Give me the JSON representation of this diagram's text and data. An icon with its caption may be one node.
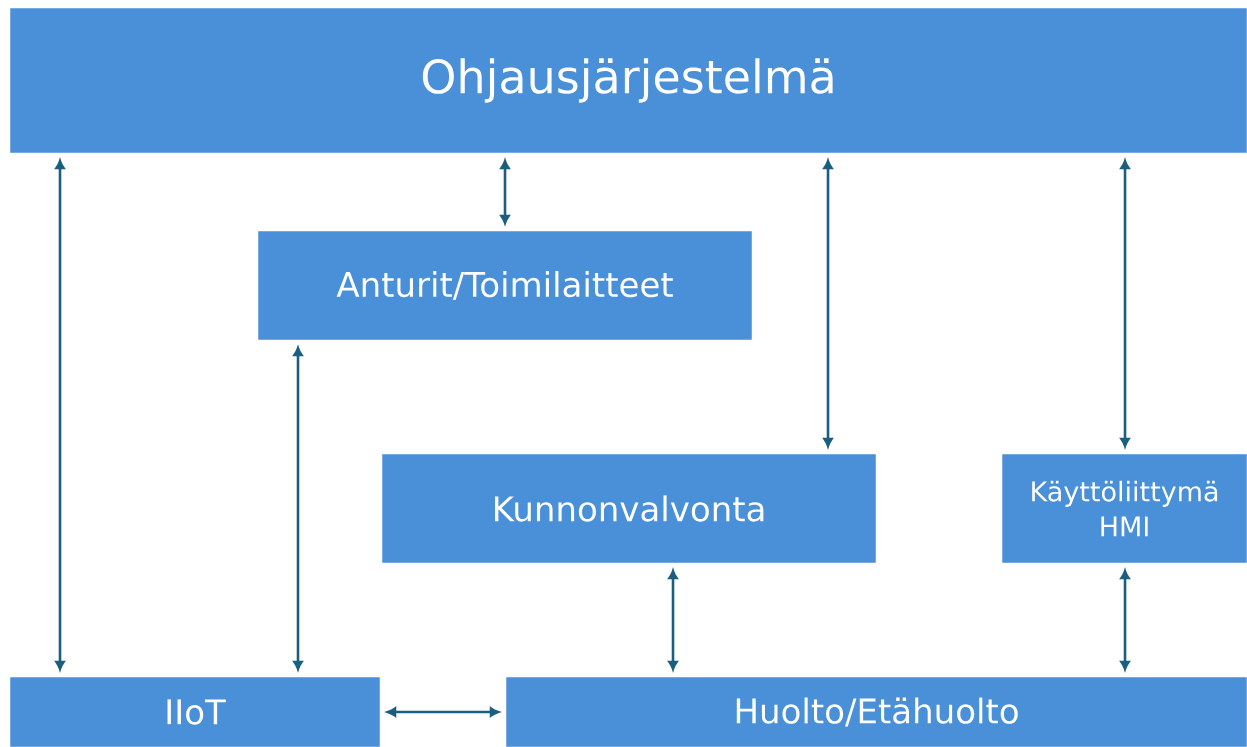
{
  "diagram": {
    "nodes": [
      {
        "text": [
          "Ohjausjärjestelmä"
        ]
      },
      {
        "text": [
          "Anturit/Toimilaitteet"
        ]
      },
      {
        "text": [
          "Kunnonvalvonta"
        ]
      },
      {
        "text": [
          "Käyttöliittymä HMI"
        ]
      },
      {
        "text": [
          "IIoT"
        ]
      },
      {
        "text": [
          "Huolto/Etähuolto"
        ]
      }
    ],
    "edges": [
      {
        "from": 0,
        "to": 4,
        "arrow": "both"
      },
      {
        "from": 0,
        "to": 1,
        "arrow": "both"
      },
      {
        "from": 0,
        "to": 2,
        "arrow": "both"
      },
      {
        "from": 0,
        "to": 3,
        "arrow": "both"
      },
      {
        "from": 1,
        "to": 4,
        "arrow": "both"
      },
      {
        "from": 4,
        "to": 5,
        "arrow": "both"
      },
      {
        "from": 2,
        "to": 5,
        "arrow": "both"
      },
      {
        "from": 3,
        "to": 5,
        "arrow": "both"
      }
    ]
  }
}
